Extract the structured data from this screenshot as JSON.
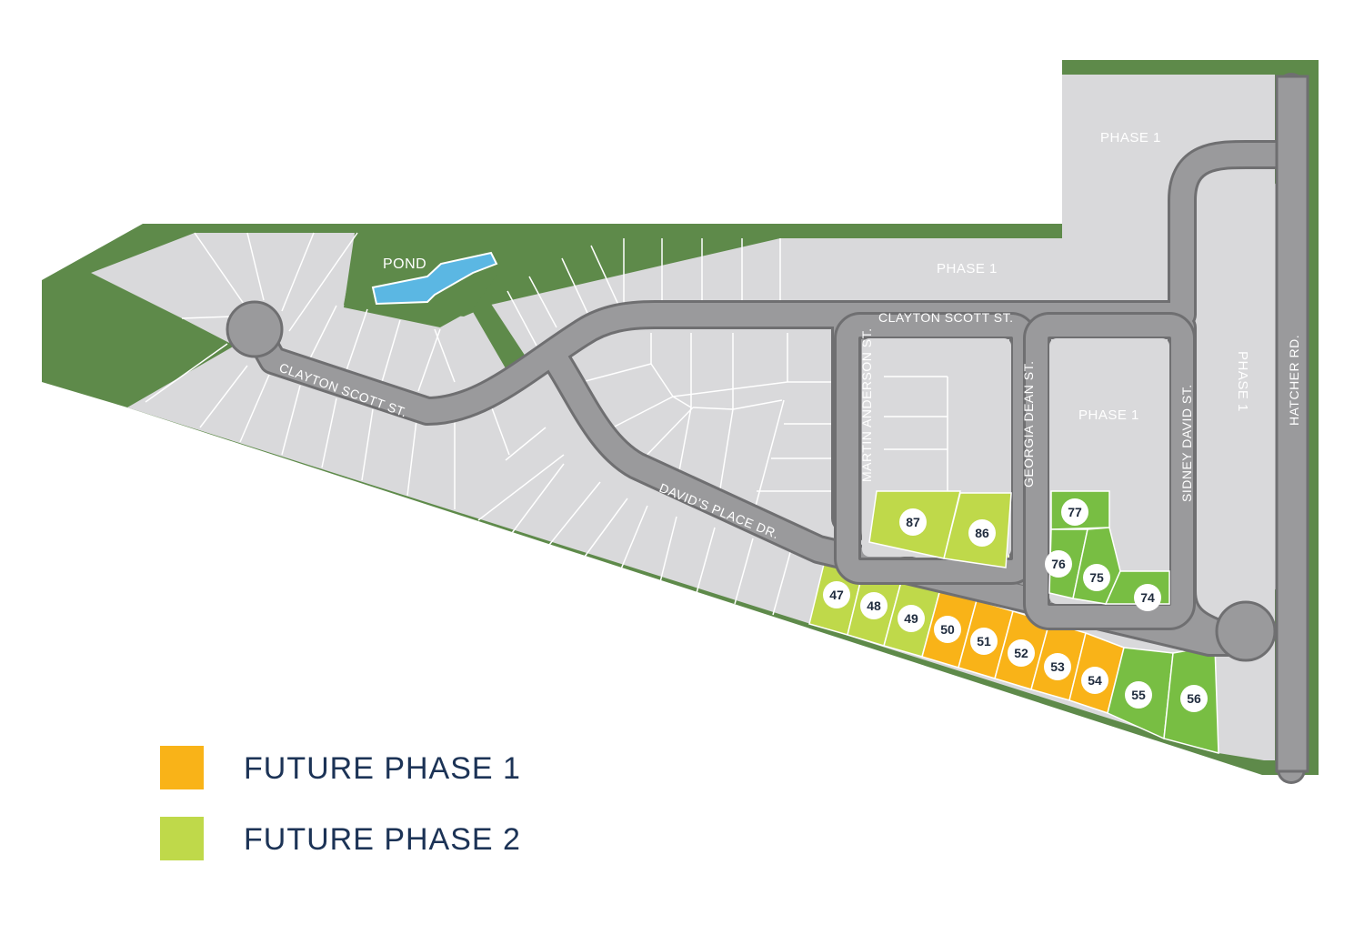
{
  "colors": {
    "green_border": "#5e8a4a",
    "parcel": "#d9d9db",
    "parcel_line": "#ffffff",
    "road": "#9a9a9c",
    "road_edge": "#6f6f71",
    "pond": "#5bb7e3",
    "future_phase_1": "#f9b318",
    "future_phase_2": "#bfd94a",
    "dark_green_lot": "#78be43",
    "label_circle": "#ffffff",
    "label_text": "#1f2b3d"
  },
  "map": {
    "pond_label": "POND",
    "area_labels": {
      "phase1_top": "PHASE 1",
      "phase1_north": "PHASE 1",
      "phase1_middle": "PHASE 1",
      "phase1_east": "PHASE 1"
    },
    "streets": {
      "clayton_scott_west": "CLAYTON SCOTT ST.",
      "clayton_scott_east": "CLAYTON SCOTT ST.",
      "davids_place": "DAVID’S PLACE DR.",
      "martin_anderson": "MARTIN ANDERSON ST.",
      "georgia_dean": "GEORGIA DEAN ST.",
      "sidney_david": "SIDNEY DAVID ST.",
      "hatcher": "HATCHER RD."
    },
    "lots": [
      {
        "number": "87",
        "phase": "future_phase_2"
      },
      {
        "number": "86",
        "phase": "future_phase_2"
      },
      {
        "number": "77",
        "phase": "dark_green"
      },
      {
        "number": "76",
        "phase": "dark_green"
      },
      {
        "number": "75",
        "phase": "dark_green"
      },
      {
        "number": "74",
        "phase": "dark_green"
      },
      {
        "number": "47",
        "phase": "future_phase_2"
      },
      {
        "number": "48",
        "phase": "future_phase_2"
      },
      {
        "number": "49",
        "phase": "future_phase_2"
      },
      {
        "number": "50",
        "phase": "future_phase_1"
      },
      {
        "number": "51",
        "phase": "future_phase_1"
      },
      {
        "number": "52",
        "phase": "future_phase_1"
      },
      {
        "number": "53",
        "phase": "future_phase_1"
      },
      {
        "number": "54",
        "phase": "future_phase_1"
      },
      {
        "number": "55",
        "phase": "dark_green"
      },
      {
        "number": "56",
        "phase": "dark_green"
      }
    ]
  },
  "legend": {
    "items": [
      {
        "label": "FUTURE PHASE 1",
        "color": "#f9b318"
      },
      {
        "label": "FUTURE PHASE 2",
        "color": "#bfd94a"
      }
    ]
  }
}
